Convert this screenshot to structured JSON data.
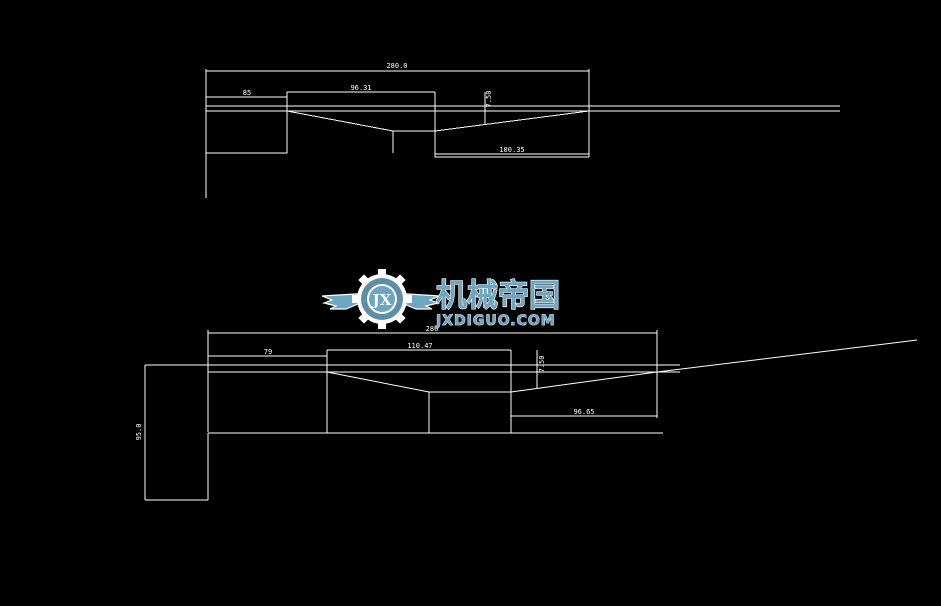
{
  "drawing_top": {
    "dim_overall": "280.0",
    "dim_left_step": "85",
    "dim_middle": "96.31",
    "dim_vertical": "7.50",
    "dim_right_bottom": "100.35"
  },
  "drawing_bottom": {
    "dim_overall": "280",
    "dim_left": "79",
    "dim_middle": "110.47",
    "dim_vertical": "7.50",
    "dim_right_bottom": "96.65",
    "dim_height": "95.0"
  },
  "watermark": {
    "name_cn": "机械帝国",
    "name_en": "JXDIGUO.COM",
    "emblem_text": "JX"
  },
  "colors": {
    "background": "#000000",
    "line": "#ffffff",
    "logo_blue": "#6ea5c0"
  }
}
